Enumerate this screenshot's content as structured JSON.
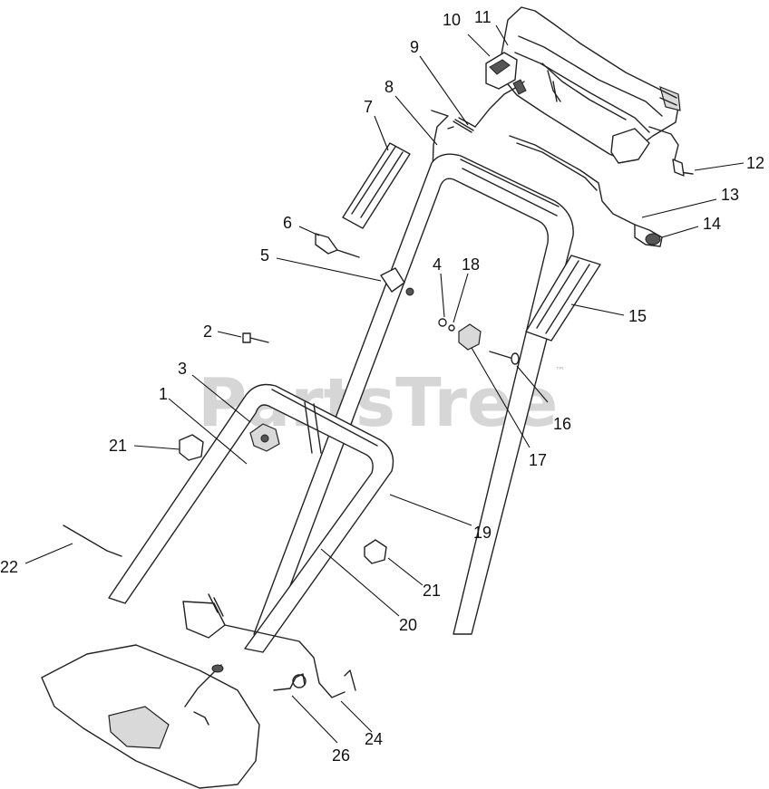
{
  "watermark": {
    "text": "PartsTree",
    "mark": "™"
  },
  "callouts": [
    {
      "id": "c10",
      "label": "10"
    },
    {
      "id": "c11",
      "label": "11"
    },
    {
      "id": "c9",
      "label": "9"
    },
    {
      "id": "c8",
      "label": "8"
    },
    {
      "id": "c7",
      "label": "7"
    },
    {
      "id": "c12",
      "label": "12"
    },
    {
      "id": "c13",
      "label": "13"
    },
    {
      "id": "c14",
      "label": "14"
    },
    {
      "id": "c6",
      "label": "6"
    },
    {
      "id": "c5",
      "label": "5"
    },
    {
      "id": "c4",
      "label": "4"
    },
    {
      "id": "c18",
      "label": "18"
    },
    {
      "id": "c15",
      "label": "15"
    },
    {
      "id": "c2",
      "label": "2"
    },
    {
      "id": "c3",
      "label": "3"
    },
    {
      "id": "c16",
      "label": "16"
    },
    {
      "id": "c1",
      "label": "1"
    },
    {
      "id": "c21a",
      "label": "21"
    },
    {
      "id": "c17",
      "label": "17"
    },
    {
      "id": "c19",
      "label": "19"
    },
    {
      "id": "c22",
      "label": "22"
    },
    {
      "id": "c21b",
      "label": "21"
    },
    {
      "id": "c20",
      "label": "20"
    },
    {
      "id": "c24",
      "label": "24"
    },
    {
      "id": "c26",
      "label": "26"
    }
  ]
}
